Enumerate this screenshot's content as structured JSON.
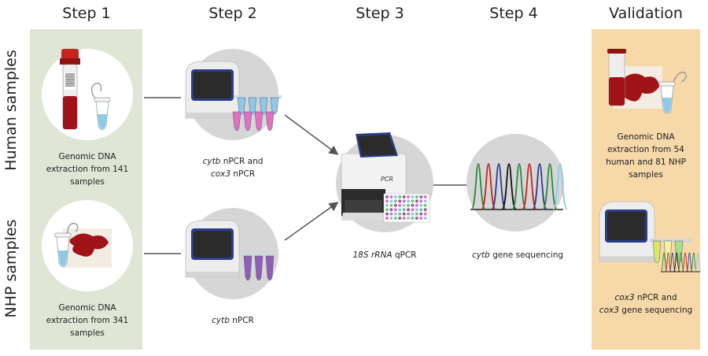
{
  "steps": {
    "step1": "Step 1",
    "step2": "Step 2",
    "step3": "Step 3",
    "step4": "Step 4",
    "validation": "Validation"
  },
  "rows": {
    "human": "Human samples",
    "nhp": "NHP samples"
  },
  "captions": {
    "human_extraction": [
      "Genomic DNA",
      "extraction from 141",
      "samples"
    ],
    "nhp_extraction": [
      "Genomic DNA",
      "extraction from 341",
      "samples"
    ],
    "human_pcr": {
      "line1_italic": "cytb",
      "line1_rest": " nPCR and",
      "line2_italic": "cox3",
      "line2_rest": " nPCR"
    },
    "nhp_pcr": {
      "italic": "cytb",
      "rest": " nPCR"
    },
    "qpcr": {
      "italic": "18S rRNA",
      "rest": " qPCR"
    },
    "sequencing": {
      "italic": "cytb",
      "rest": " gene sequencing"
    },
    "validation_extraction": [
      "Genomic DNA",
      "extraction from 54",
      "human and 81 NHP",
      "samples"
    ],
    "validation_pcr": {
      "line1_italic": "cox3",
      "line1_rest": " nPCR and",
      "line2_italic": "cox3",
      "line2_rest": " gene sequencing"
    }
  },
  "device_label": "PCR",
  "colors": {
    "step1_panel": "#dfe6d5",
    "validation_panel": "#f6d8a9",
    "circle": "#d6d6d6",
    "blood": "#a01419",
    "device_dark": "#2b2b2b",
    "device_blue": "#2a3d8c",
    "tube_blue": "#8fc9e8",
    "tube_purple": "#8e5fb5",
    "tube_pink": "#e071c2",
    "arrow": "#555555"
  },
  "icons": [
    "blood-collection-tube-icon",
    "sample-tube-icon",
    "blood-stain-icon",
    "pcr-machine-icon",
    "qpcr-machine-icon",
    "sequencing-chromatogram-icon"
  ]
}
